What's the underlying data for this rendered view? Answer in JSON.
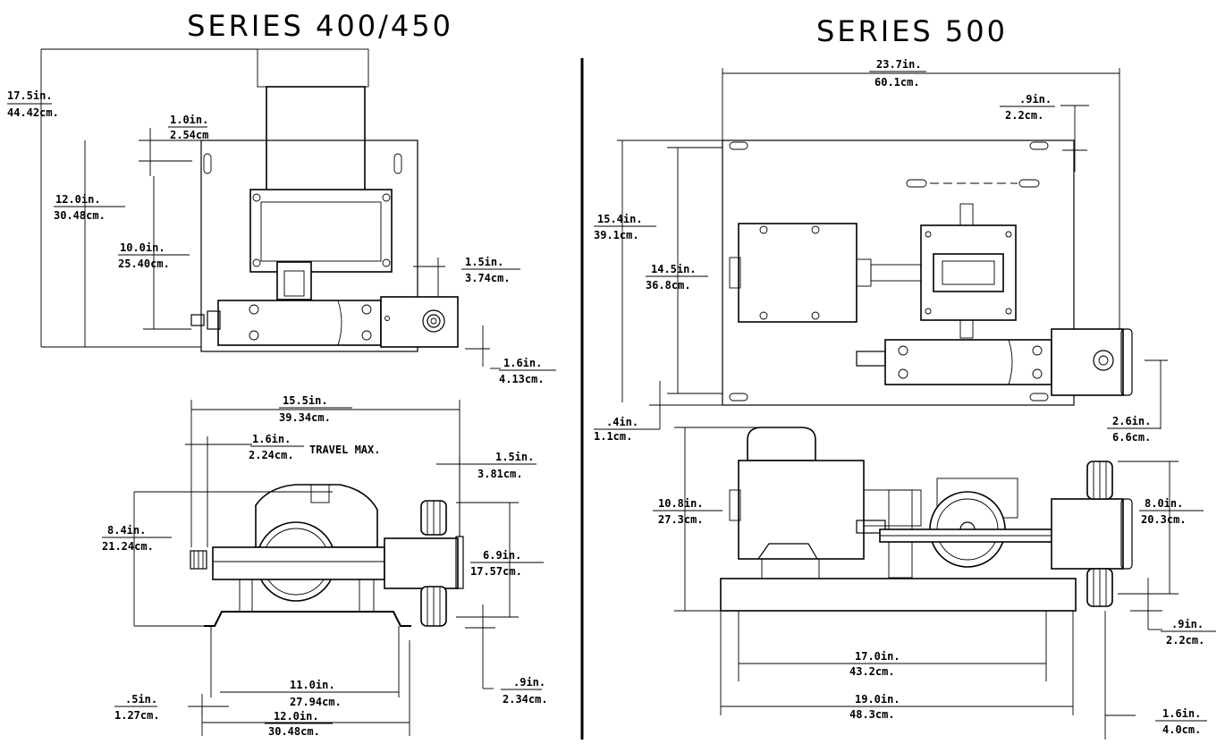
{
  "left": {
    "title": "SERIES 400/450",
    "dims": {
      "d1": [
        "17.5in.",
        "44.42cm."
      ],
      "d2": [
        "1.0in.",
        "2.54cm"
      ],
      "d3": [
        "12.0in.",
        "30.48cm."
      ],
      "d4": [
        "10.0in.",
        "25.40cm."
      ],
      "d5": [
        "1.5in.",
        "3.74cm."
      ],
      "d6": [
        "1.6in.",
        "4.13cm."
      ],
      "d7": [
        "15.5in.",
        "39.34cm."
      ],
      "d8": [
        "1.6in.",
        "2.24cm."
      ],
      "d9": [
        "1.5in.",
        "3.81cm."
      ],
      "d10": [
        "8.4in.",
        "21.24cm."
      ],
      "d11": [
        "6.9in.",
        "17.57cm."
      ],
      "d12": [
        ".5in.",
        "1.27cm."
      ],
      "d13": [
        "11.0in.",
        "27.94cm."
      ],
      "d14": [
        ".9in.",
        "2.34cm."
      ],
      "d15": [
        "12.0in.",
        "30.48cm."
      ]
    },
    "travel_note": "TRAVEL MAX."
  },
  "right": {
    "title": "SERIES 500",
    "dims": {
      "r1": [
        "23.7in.",
        "60.1cm."
      ],
      "r2": [
        ".9in.",
        "2.2cm."
      ],
      "r3": [
        "15.4in.",
        "39.1cm."
      ],
      "r4": [
        "14.5in.",
        "36.8cm."
      ],
      "r5": [
        ".4in.",
        "1.1cm."
      ],
      "r6": [
        "2.6in.",
        "6.6cm."
      ],
      "r7": [
        "10.8in.",
        "27.3cm."
      ],
      "r8": [
        "8.0in.",
        "20.3cm."
      ],
      "r9": [
        ".9in.",
        "2.2cm."
      ],
      "r10": [
        "17.0in.",
        "43.2cm."
      ],
      "r11": [
        "19.0in.",
        "48.3cm."
      ],
      "r12": [
        "1.6in.",
        "4.0cm."
      ]
    }
  }
}
